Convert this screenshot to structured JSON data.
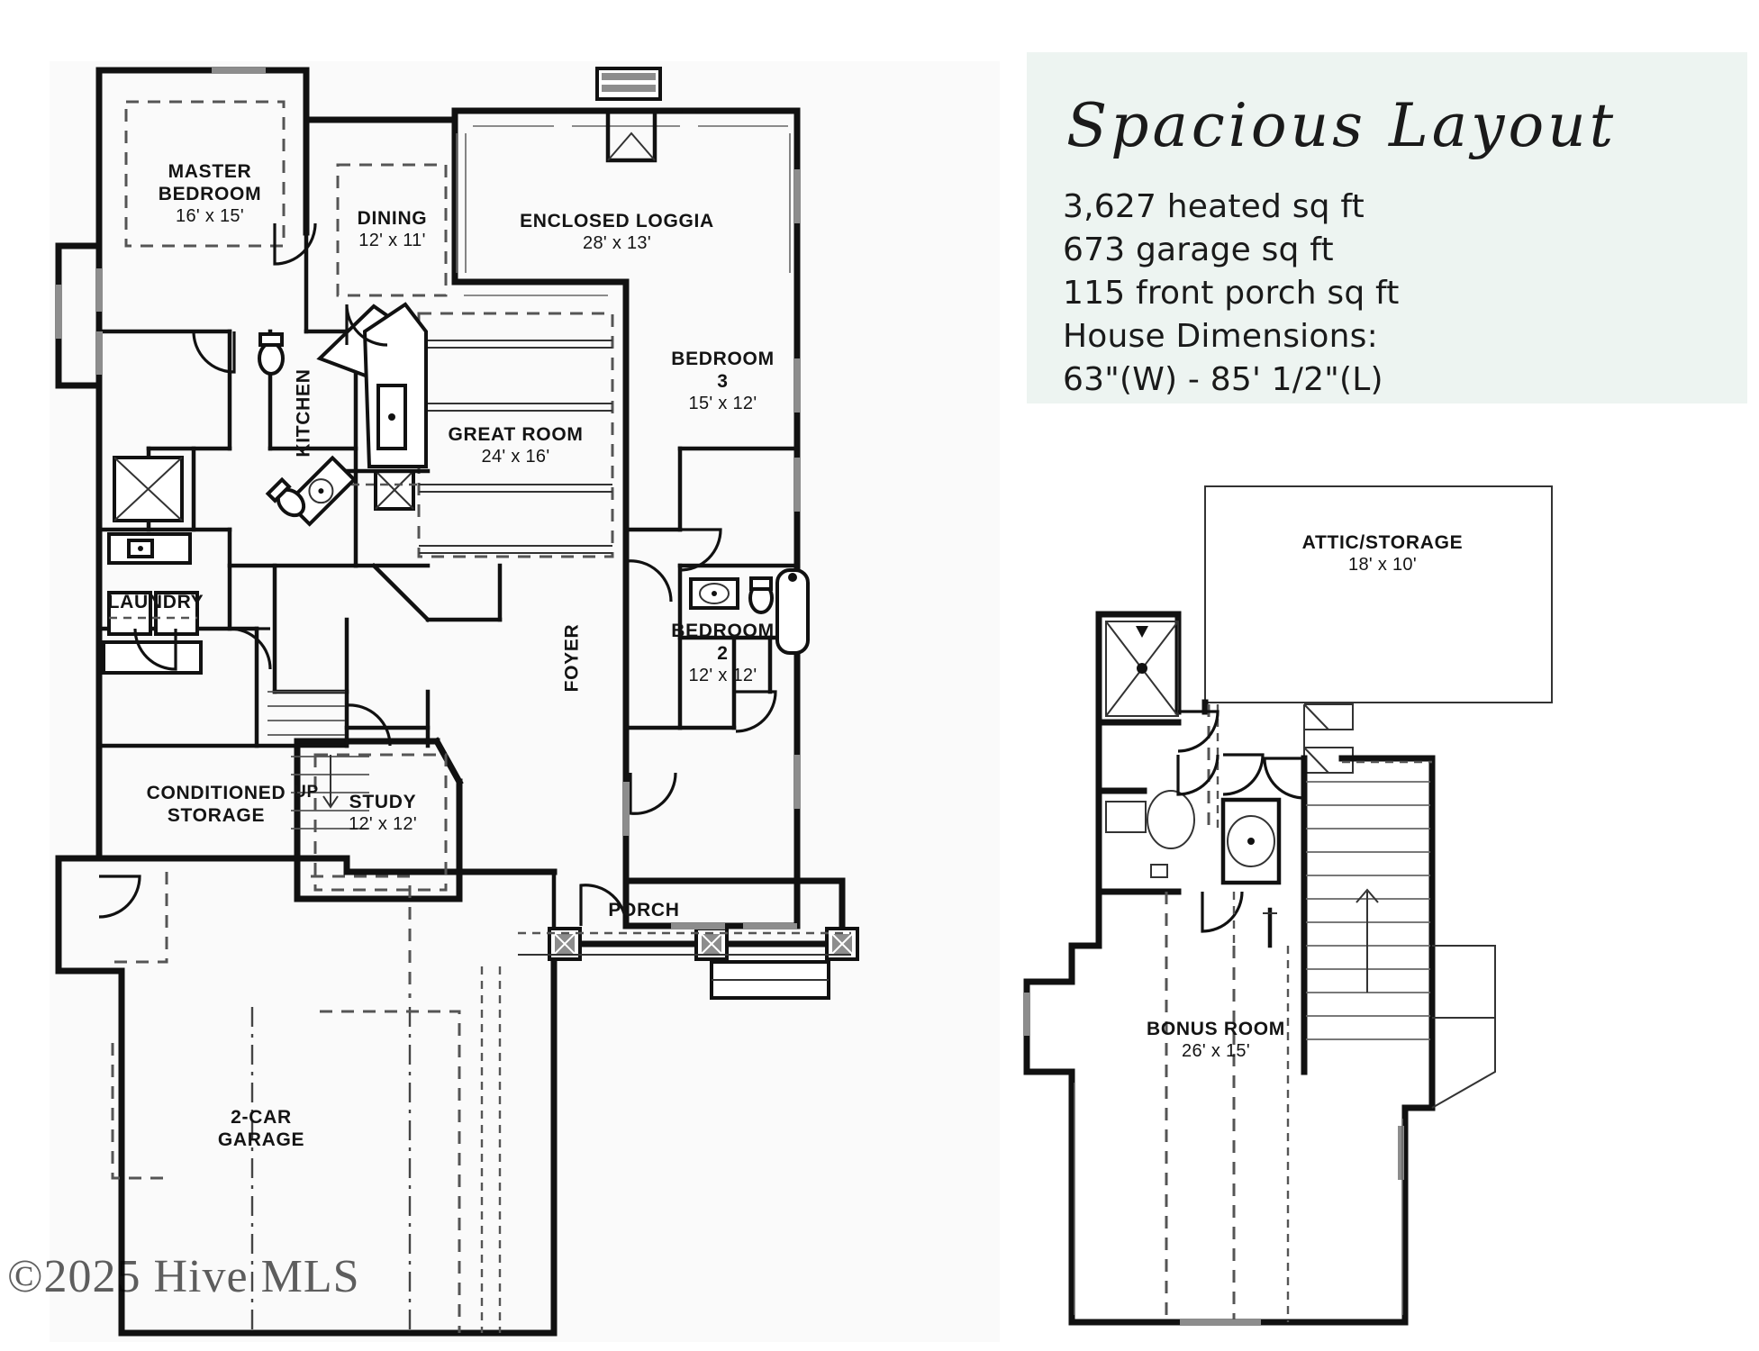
{
  "info_card": {
    "title": "Spacious Layout",
    "lines": [
      "3,627 heated sq ft",
      "673 garage sq ft",
      "115 front porch sq ft",
      "House Dimensions:",
      "63\"(W) - 85' 1/2\"(L)"
    ],
    "background_color": "#edf4f1"
  },
  "main_floor": {
    "rooms": [
      {
        "name": "MASTER\nBEDROOM",
        "dims": "16' x 15'"
      },
      {
        "name": "DINING",
        "dims": "12' x 11'"
      },
      {
        "name": "ENCLOSED LOGGIA",
        "dims": "28' x 13'"
      },
      {
        "name": "BEDROOM\n3",
        "dims": "15' x 12'"
      },
      {
        "name": "GREAT ROOM",
        "dims": "24' x 16'"
      },
      {
        "name": "KITCHEN",
        "dims": ""
      },
      {
        "name": "BEDROOM\n2",
        "dims": "12' x 12'"
      },
      {
        "name": "FOYER",
        "dims": ""
      },
      {
        "name": "STUDY",
        "dims": "12' x 12'"
      },
      {
        "name": "LAUNDRY",
        "dims": ""
      },
      {
        "name": "CONDITIONED\nSTORAGE",
        "dims": ""
      },
      {
        "name": "PORCH",
        "dims": ""
      },
      {
        "name": "2-CAR\nGARAGE",
        "dims": ""
      },
      {
        "name": "UP",
        "dims": ""
      }
    ],
    "labels": {
      "master_bedroom_name": "MASTER",
      "master_bedroom_name2": "BEDROOM",
      "master_bedroom_dims": "16' x 15'",
      "dining_name": "DINING",
      "dining_dims": "12' x 11'",
      "loggia_name": "ENCLOSED LOGGIA",
      "loggia_dims": "28' x 13'",
      "bedroom3_name": "BEDROOM",
      "bedroom3_num": "3",
      "bedroom3_dims": "15' x 12'",
      "great_room_name": "GREAT ROOM",
      "great_room_dims": "24' x 16'",
      "kitchen_name": "KITCHEN",
      "bedroom2_name": "BEDROOM",
      "bedroom2_num": "2",
      "bedroom2_dims": "12' x 12'",
      "foyer_name": "FOYER",
      "study_name": "STUDY",
      "study_dims": "12' x 12'",
      "laundry_name": "LAUNDRY",
      "storage_name": "CONDITIONED",
      "storage_name2": "STORAGE",
      "porch_name": "PORCH",
      "garage_name": "2-CAR",
      "garage_name2": "GARAGE",
      "stairs_up": "UP"
    }
  },
  "second_floor": {
    "labels": {
      "attic_name": "ATTIC/STORAGE",
      "attic_dims": "18' x 10'",
      "bonus_name": "BONUS ROOM",
      "bonus_dims": "26' x 15'"
    }
  },
  "watermark": {
    "text": "©2025 Hive MLS"
  }
}
